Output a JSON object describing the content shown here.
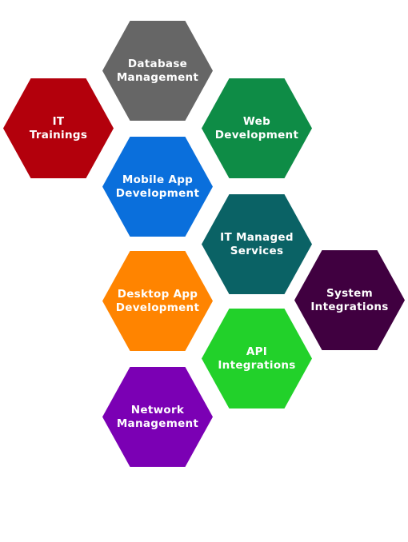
{
  "hexagons": {
    "database": {
      "line1": "Database",
      "line2": "Management",
      "color": "#666666"
    },
    "training": {
      "line1": "IT",
      "line2": "Trainings",
      "color": "#b3000c"
    },
    "web": {
      "line1": "Web",
      "line2": "Development",
      "color": "#0e8c46"
    },
    "mobile": {
      "line1": "Mobile App",
      "line2": "Development",
      "color": "#0a6fdc"
    },
    "managed": {
      "line1": "IT Managed",
      "line2": "Services",
      "color": "#0a6265"
    },
    "system": {
      "line1": "System",
      "line2": "Integrations",
      "color": "#400040"
    },
    "desktop": {
      "line1": "Desktop App",
      "line2": "Development",
      "color": "#ff8400"
    },
    "api": {
      "line1": "API",
      "line2": "Integrations",
      "color": "#22d12a"
    },
    "network": {
      "line1": "Network",
      "line2": "Management",
      "color": "#7b00b4"
    }
  }
}
